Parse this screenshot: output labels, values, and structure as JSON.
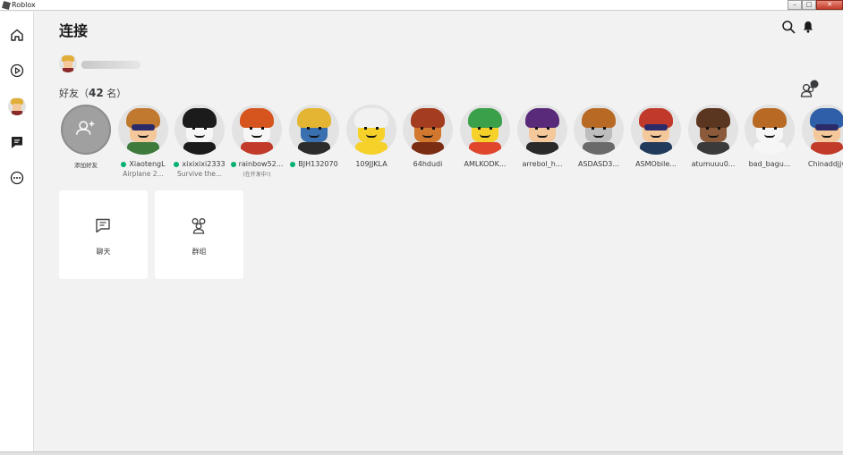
{
  "window": {
    "title": "Roblox"
  },
  "header": {
    "title": "连接"
  },
  "friends": {
    "label_prefix": "好友（",
    "count": "42",
    "label_suffix": " 名）",
    "add_friend_label": "添加好友",
    "list": [
      {
        "name": "XiaotengL",
        "online": true,
        "game": "Airplane 2...",
        "hair": "#c0792e",
        "skin": "#f4c89a",
        "shirt": "#3f7a3d",
        "glasses": true
      },
      {
        "name": "xixixixi2333",
        "online": true,
        "game": "Survive the...",
        "hair": "#1b1b1b",
        "skin": "#f6f6f6",
        "shirt": "#1b1b1b",
        "glasses": false
      },
      {
        "name": "rainbow52...",
        "online": true,
        "game": "(在开发中!)",
        "hair": "#d6541e",
        "skin": "#f6f6f6",
        "shirt": "#c23b2a",
        "glasses": false,
        "small_game": true
      },
      {
        "name": "BJH132070",
        "online": true,
        "game": "",
        "hair": "#e3b532",
        "skin": "#3a6fb0",
        "shirt": "#2c2c2c",
        "glasses": false
      },
      {
        "name": "109JJKLA",
        "online": false,
        "game": "",
        "hair": "#f1f1f1",
        "skin": "#f5d12a",
        "shirt": "#f5d12a",
        "glasses": false
      },
      {
        "name": "64hdudi",
        "online": false,
        "game": "",
        "hair": "#a43c1f",
        "skin": "#d2782e",
        "shirt": "#7a2d12",
        "glasses": false
      },
      {
        "name": "AMLKODK...",
        "online": false,
        "game": "",
        "hair": "#3aa04a",
        "skin": "#f5d12a",
        "shirt": "#e0462c",
        "glasses": false
      },
      {
        "name": "arrebol_h...",
        "online": false,
        "game": "",
        "hair": "#5a2a7a",
        "skin": "#f4c89a",
        "shirt": "#2a2a2a",
        "glasses": false
      },
      {
        "name": "ASDASD3...",
        "online": false,
        "game": "",
        "hair": "#b86a24",
        "skin": "#bdbdbd",
        "shirt": "#6a6a6a",
        "glasses": false
      },
      {
        "name": "ASMObile...",
        "online": false,
        "game": "",
        "hair": "#c0392b",
        "skin": "#f4c89a",
        "shirt": "#1f3a5a",
        "glasses": true
      },
      {
        "name": "atumuuu0...",
        "online": false,
        "game": "",
        "hair": "#5a3520",
        "skin": "#8a5a3a",
        "shirt": "#3a3a3a",
        "glasses": false
      },
      {
        "name": "bad_bagu...",
        "online": false,
        "game": "",
        "hair": "#b86a24",
        "skin": "#f6f6f6",
        "shirt": "#f6f6f6",
        "glasses": false
      },
      {
        "name": "Chinaddjjv",
        "online": false,
        "game": "",
        "hair": "#2e5fa8",
        "skin": "#f4c89a",
        "shirt": "#c23b2a",
        "glasses": true
      }
    ]
  },
  "tiles": {
    "chat_label": "聊天",
    "groups_label": "群组"
  },
  "colors": {
    "online": "#00b06f",
    "background": "#f2f2f2",
    "sidebar": "#ffffff"
  }
}
